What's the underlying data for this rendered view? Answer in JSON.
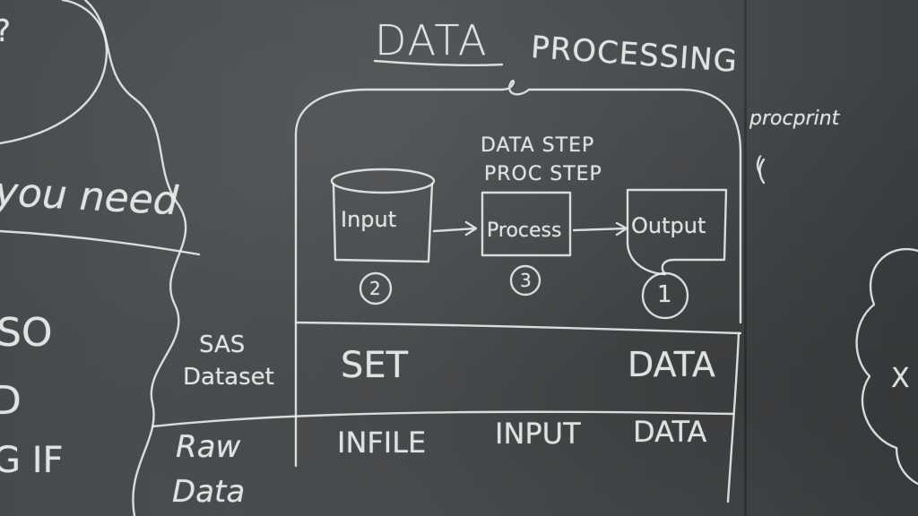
{
  "board": {
    "title_part1": "DATA",
    "title_part2": "PROCESSING",
    "side_note": "procprint",
    "side_paren": "(",
    "left_fragments": {
      "you_need": "you need",
      "so": "SO",
      "d": "D",
      "g_if": "G  IF",
      "question_mark": "?"
    },
    "flow": {
      "step_label_1": "DATA STEP",
      "step_label_2": "PROC STEP",
      "input": "Input",
      "process": "Process",
      "output": "Output",
      "num_input": "2",
      "num_process": "3",
      "num_output": "1"
    },
    "table": {
      "row1_header_line1": "SAS",
      "row1_header_line2": "Dataset",
      "row1_col1": "SET",
      "row1_col3": "DATA",
      "row2_header_line1": "Raw",
      "row2_header_line2": "Data",
      "row2_col1": "INFILE",
      "row2_col2": "INPUT",
      "row2_col3": "DATA"
    },
    "right_edge": "X"
  }
}
